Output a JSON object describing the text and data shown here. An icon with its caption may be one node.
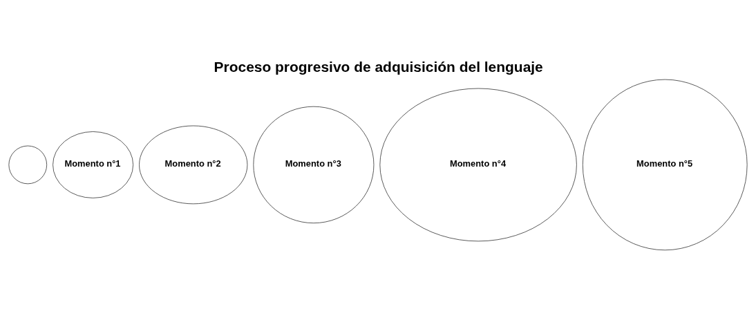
{
  "diagram": {
    "title": "Proceso progresivo de adquisición del lenguaje",
    "nodes": [
      {
        "text": [],
        "shape": "circle"
      },
      {
        "text": [
          "Momento n°1"
        ]
      },
      {
        "text": [
          "Momento n°2"
        ]
      },
      {
        "text": [
          "Momento n°3"
        ]
      },
      {
        "text": [
          "Momento n°4"
        ]
      },
      {
        "text": [
          "Momento n°5"
        ]
      }
    ]
  }
}
